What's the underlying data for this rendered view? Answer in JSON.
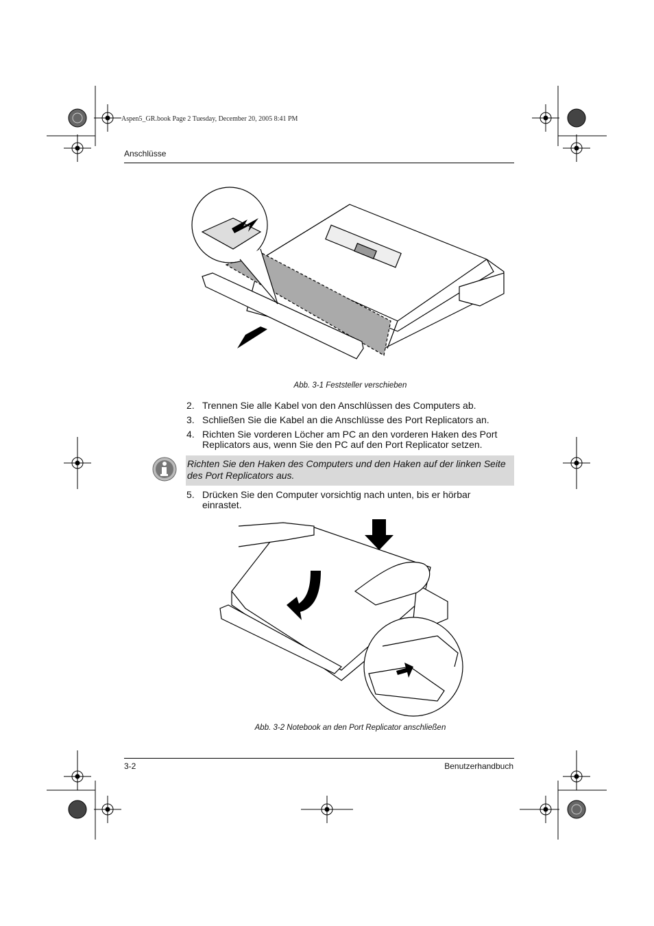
{
  "print_info": "Aspen5_GR.book  Page 2  Tuesday, December 20, 2005  8:41 PM",
  "header": {
    "section": "Anschlüsse"
  },
  "figure1": {
    "caption": "Abb. 3-1  Feststeller verschieben"
  },
  "steps_a": [
    {
      "num": "2.",
      "lines": [
        "Trennen Sie alle Kabel von den Anschlüssen des Computers ab."
      ]
    },
    {
      "num": "3.",
      "lines": [
        "Schließen Sie die Kabel an die Anschlüsse des Port Replicators an."
      ]
    },
    {
      "num": "4.",
      "lines": [
        "Richten Sie vorderen Löcher am PC an den vorderen Haken des Port",
        "Replicators aus, wenn Sie den PC auf den Port Replicator setzen."
      ]
    }
  ],
  "note": {
    "lines": [
      "Richten Sie den Haken des Computers und den Haken auf der linken Seite",
      "des Port Replicators aus."
    ]
  },
  "steps_b": [
    {
      "num": "5.",
      "lines": [
        "Drücken Sie den Computer vorsichtig nach unten, bis er hörbar",
        "einrastet."
      ]
    }
  ],
  "figure2": {
    "caption": "Abb. 3-2  Notebook an den Port Replicator anschließen"
  },
  "footer": {
    "page": "3-2",
    "book": "Benutzerhandbuch"
  },
  "icons": {
    "note": "info-icon",
    "marks": "registration-mark-icon"
  }
}
